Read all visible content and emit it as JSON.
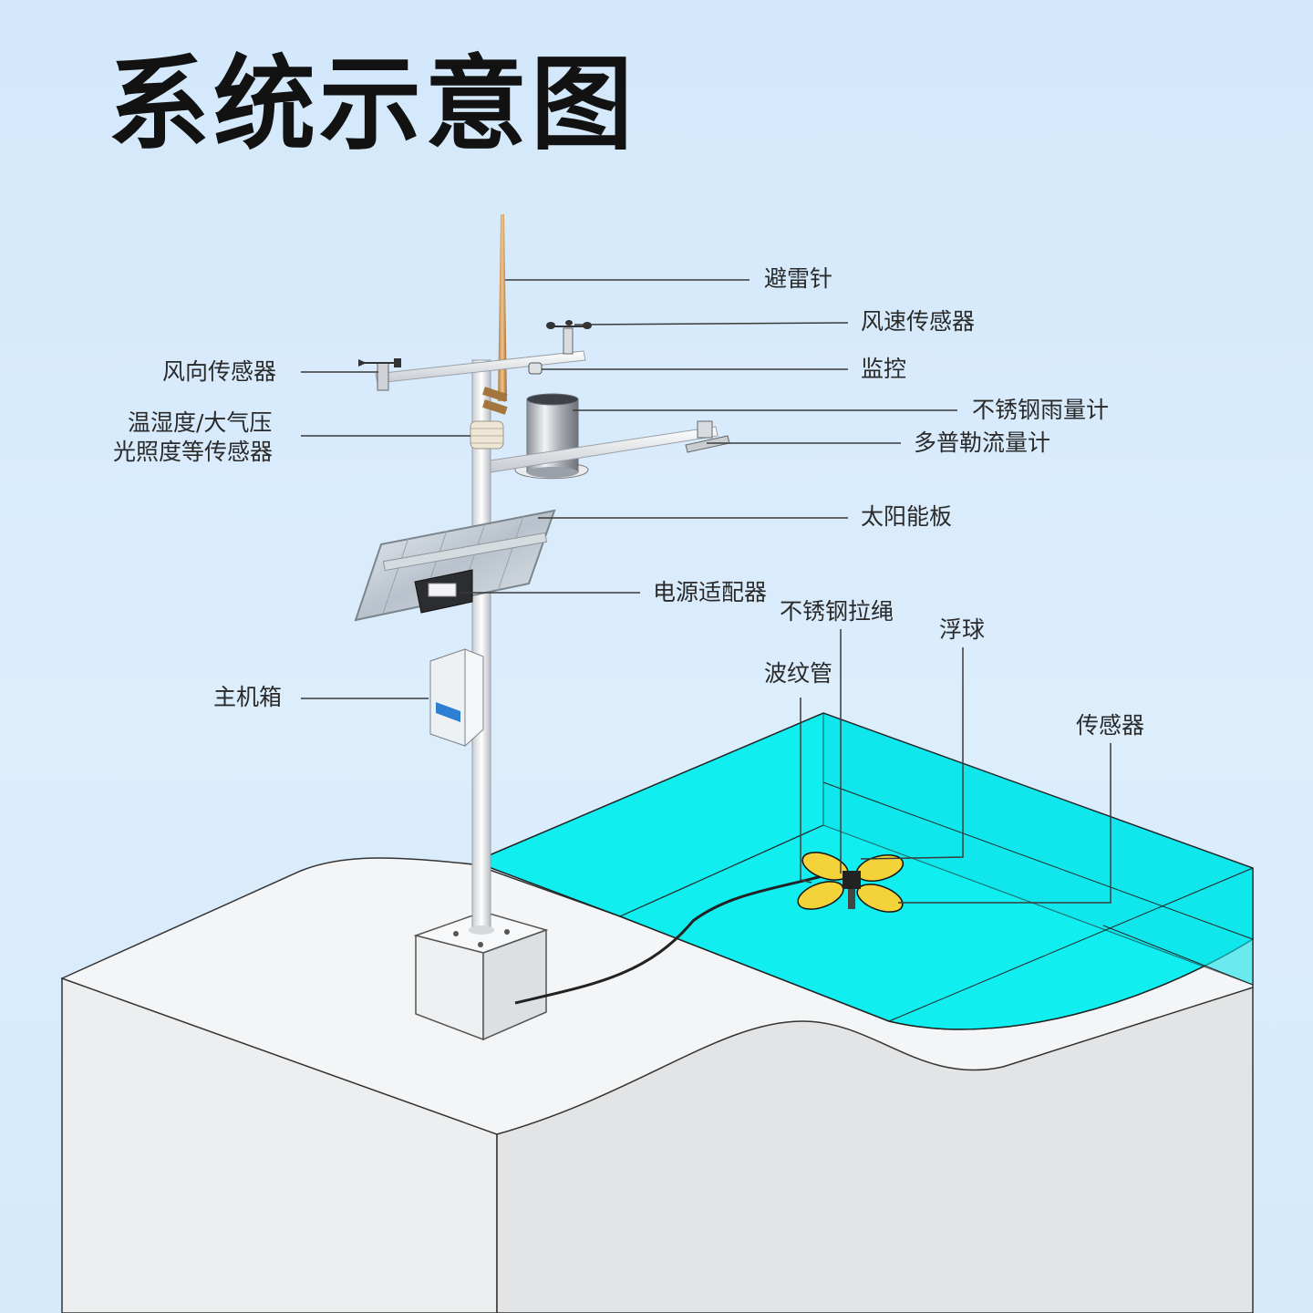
{
  "title": "系统示意图",
  "labels": {
    "lightning_rod": "避雷针",
    "wind_speed_sensor": "风速传感器",
    "wind_direction_sensor": "风向传感器",
    "camera": "监控",
    "rain_gauge": "不锈钢雨量计",
    "multi_sensor_line1": "温湿度/大气压",
    "multi_sensor_line2": "光照度等传感器",
    "doppler_flowmeter": "多普勒流量计",
    "solar_panel": "太阳能板",
    "power_adapter": "电源适配器",
    "steel_rope": "不锈钢拉绳",
    "float_ball": "浮球",
    "corrugated_pipe": "波纹管",
    "main_box": "主机箱",
    "sensor": "传感器"
  },
  "colors": {
    "water": "#10eef0",
    "ground_top": "#f4f5f6",
    "ground_side": "#e6e7e9",
    "pole": "#f2f4f6",
    "float": "#f3d23a",
    "leader_line": "#3a3a3a"
  }
}
